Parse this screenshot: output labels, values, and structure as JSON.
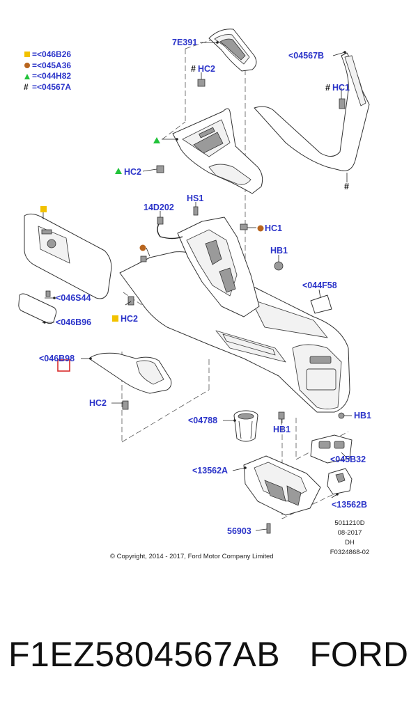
{
  "legend": [
    {
      "symbol": "square-yellow",
      "label": "=<046B26",
      "color": "#f2c200"
    },
    {
      "symbol": "circle-orange",
      "label": "=<045A36",
      "color": "#b8651e"
    },
    {
      "symbol": "triangle-green",
      "label": "=<044H82",
      "color": "#22c33a"
    },
    {
      "symbol": "hash",
      "label": "=<04567A",
      "glyph": "#"
    }
  ],
  "callouts": {
    "c7e391": "7E391",
    "c04567b": "<04567B",
    "hc2_top": "HC2",
    "hc1_right": "HC1",
    "hc2_green": "HC2",
    "c14d202": "14D202",
    "hs1": "HS1",
    "hc1_mid": "HC1",
    "hb1_mid": "HB1",
    "c044f58": "<044F58",
    "c046s44": "<046S44",
    "c046b96": "<046B96",
    "hc2_yellow": "HC2",
    "c046b98": "<046B98",
    "hc2_low": "HC2",
    "c04788": "<04788",
    "hb1_low": "HB1",
    "hb1_right": "HB1",
    "c045b32": "<045B32",
    "c13562a": "<13562A",
    "c13562b": "<13562B",
    "c56903": "56903",
    "hash_mark": "#",
    "hash_hc2": "#",
    "hash_hc1": "#"
  },
  "meta": [
    "5011210D",
    "08-2017",
    "DH",
    "F0324868-02"
  ],
  "copyright": "© Copyright, 2014 - 2017, Ford Motor Company Limited",
  "part_number": "F1EZ5804567AB",
  "brand": "FORD",
  "colors": {
    "callout": "#2b34c9",
    "highlight": "#d92b2b",
    "yellow": "#f2c200",
    "orange": "#b8651e",
    "green": "#22c33a"
  }
}
